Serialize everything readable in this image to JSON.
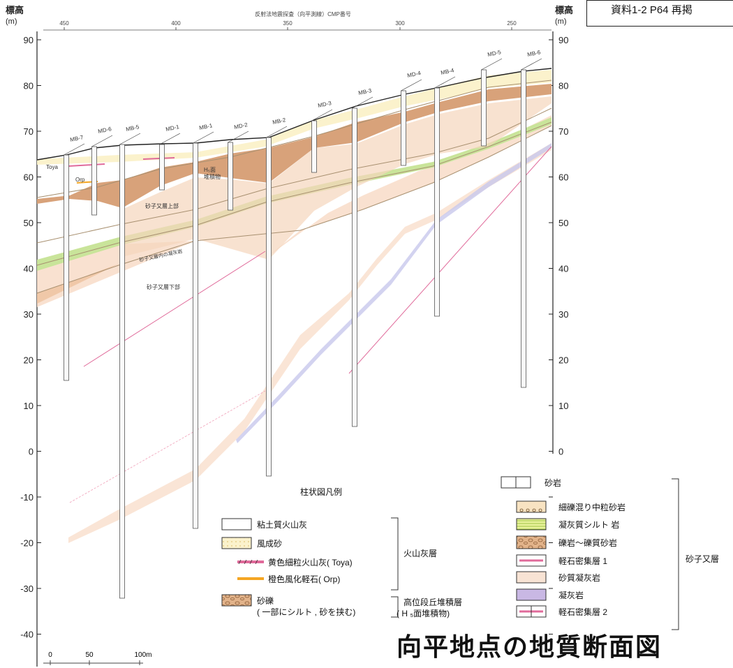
{
  "reference_label": "資料1-2  P64  再掲",
  "page_title": "向平地点の地質断面図",
  "axis": {
    "left_title": "標高",
    "right_title": "標高",
    "unit": "(m)",
    "y_ticks": [
      "90",
      "80",
      "70",
      "60",
      "50",
      "40",
      "30",
      "20",
      "10",
      "0",
      "-10",
      "-20",
      "-30",
      "-40"
    ],
    "top_title": "反射法地震探査（向平測線）CMP番号",
    "cmp_ticks": [
      "450",
      "400",
      "350",
      "300",
      "250"
    ]
  },
  "boreholes": [
    "MB-7",
    "MD-6",
    "MB-5",
    "MD-1",
    "MB-1",
    "MD-2",
    "MB-2",
    "MD-3",
    "MB-3",
    "MD-4",
    "MB-4",
    "MD-5",
    "MB-6"
  ],
  "section_labels": {
    "toya": "Toya",
    "orp": "Orp",
    "h5": "H₅面\n堆積物",
    "upper": "砂子又層上部",
    "tuff_key": "砂子又層内の凝灰岩",
    "lower": "砂子又層下部"
  },
  "scale_bar": {
    "labels": [
      "0",
      "50",
      "100m"
    ]
  },
  "legend": {
    "title": "柱状図凡例",
    "left_items": [
      {
        "label": "粘土質火山灰",
        "swatch": "box-white"
      },
      {
        "label": "風成砂",
        "swatch": "dots-yellow"
      },
      {
        "label": "黄色細粒火山灰(  Toya)",
        "swatch": "pink-line"
      },
      {
        "label": "橙色風化軽石(  Orp)",
        "swatch": "orange-line"
      },
      {
        "label": "砂礫",
        "swatch": "gravel"
      },
      {
        "label": "( 一部にシルト , 砂を挟む)",
        "swatch": "none"
      }
    ],
    "left_groups": [
      {
        "label": "火山灰層"
      },
      {
        "label": "高位段丘堆積層"
      },
      {
        "label": "( H ₅面堆積物)"
      }
    ],
    "right_items": [
      {
        "label": "砂岩",
        "swatch": "box-split"
      },
      {
        "label": "細礫混り中粒砂岩",
        "swatch": "fine-gravel"
      },
      {
        "label": "凝灰質シルト 岩",
        "swatch": "green-lines"
      },
      {
        "label": "礫岩～礫質砂岩",
        "swatch": "conglomerate"
      },
      {
        "label": "軽石密集層 1",
        "swatch": "pumice1"
      },
      {
        "label": "砂質凝灰岩",
        "swatch": "sandy-tuff"
      },
      {
        "label": "凝灰岩",
        "swatch": "tuff-purple"
      },
      {
        "label": "軽石密集層 2",
        "swatch": "pumice2"
      }
    ],
    "right_group": "砂子又層"
  },
  "colors": {
    "gravel": "#d8a27a",
    "gravel_dark": "#b9825c",
    "tuff_green": "#c9e49a",
    "tuff_purple": "#c4c4e6",
    "peach": "#f8dcc8",
    "sand_yellow": "#fbf2cc",
    "pink_line": "#e06a9a",
    "orange_line": "#f5a623",
    "strata_line": "#a89070"
  }
}
